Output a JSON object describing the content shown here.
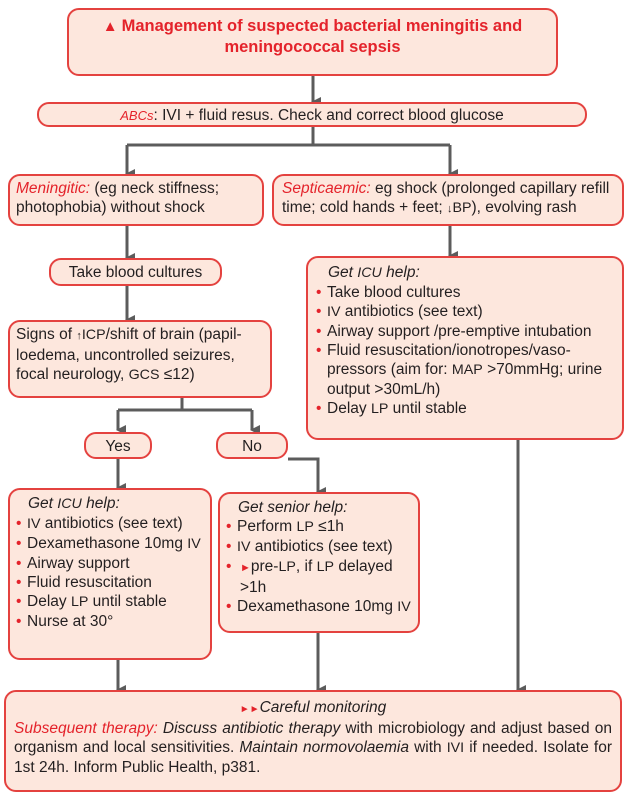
{
  "title": {
    "icon": "warning-icon",
    "text": "Management of suspected bacterial meningitis and meningococcal sepsis"
  },
  "abcs": {
    "label": "ABCs",
    "text": ": IVI + fluid resus. Check and correct blood glucose"
  },
  "meningitic": {
    "label": "Meningitic:",
    "text": " (eg neck stiffness; photophobia) without shock"
  },
  "septicaemic": {
    "label": "Septicaemic:",
    "text_a": " eg shock (prolonged capillary refill time; cold hands + feet; ",
    "arrow": "↓",
    "bp": "BP",
    "text_b": "), evolving rash"
  },
  "blood_cultures": "Take blood cultures",
  "signs": {
    "a": "Signs of ",
    "arrow": "↑",
    "icp": "ICP",
    "b": "/shift of brain (papil-loedema, uncontrolled seizures, focal neurology, ",
    "gcs": "GCS",
    "c": " ≤12)"
  },
  "yes": "Yes",
  "no": "No",
  "sept_help": {
    "heading_a": "Get ",
    "heading_icu": "ICU",
    "heading_b": " help:",
    "items": {
      "i1": "Take blood cultures",
      "i2_sc": "IV",
      "i2": " antibiotics (see text)",
      "i3": "Airway support /pre-emptive intubation",
      "i4_a": "Fluid resuscitation/ionotropes/vaso-pressors (aim for: ",
      "i4_map": "MAP",
      "i4_b": " >70mmHg; urine output >30mL/h)",
      "i5_a": "Delay ",
      "i5_lp": "LP",
      "i5_b": " until stable"
    }
  },
  "yes_help": {
    "heading_a": "Get ",
    "heading_icu": "ICU",
    "heading_b": " help:",
    "items": {
      "i1_sc": "IV",
      "i1": " antibiotics (see text)",
      "i2_a": "Dexamethasone 10mg ",
      "i2_sc": "IV",
      "i3": "Airway support",
      "i4": "Fluid resuscitation",
      "i5_a": "Delay ",
      "i5_lp": "LP",
      "i5_b": " until stable",
      "i6": "Nurse at 30°"
    }
  },
  "no_help": {
    "heading": "Get senior help:",
    "items": {
      "i1_a": "Perform ",
      "i1_lp": "LP",
      "i1_b": " ≤1h",
      "i2_sc": "IV",
      "i2": " antibiotics (see text)",
      "i3_arrow": "►",
      "i3_a": "pre-",
      "i3_lp": "LP",
      "i3_b": ", if ",
      "i3_lp2": "LP",
      "i3_c": " delayed >1h",
      "i4_a": "Dexamethasone 10mg ",
      "i4_sc": "IV"
    }
  },
  "final": {
    "arrows": "►►",
    "heading": "Careful monitoring",
    "sub_label": "Subsequent therapy:",
    "t1": " ",
    "em1": "Discuss antibiotic therapy",
    "t2": " with microbiology and adjust based on organism and local sensitivities. ",
    "em2": "Maintain normovolaemia",
    "t3": " with ",
    "ivi": "IVI",
    "t4": " if needed. Isolate for 1st 24h. Inform Public Health, p381."
  },
  "colors": {
    "accent": "#e4232b",
    "box_fill": "#fde7dd",
    "box_border": "#e4423f",
    "arrow": "#5c5c5c"
  }
}
